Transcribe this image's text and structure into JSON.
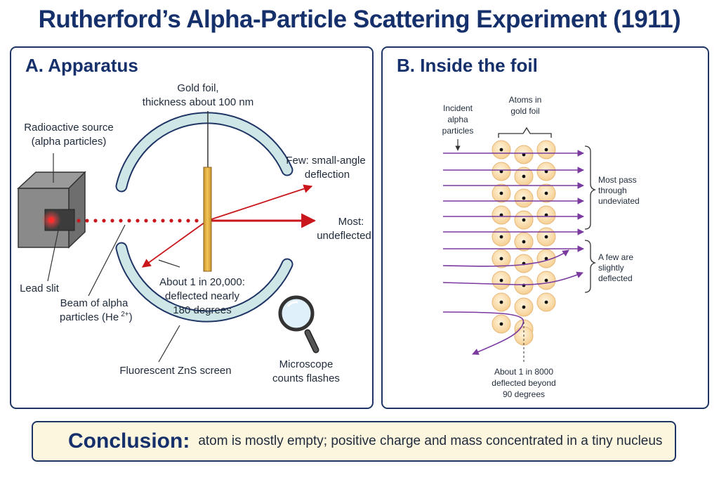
{
  "title": "Rutherford’s Alpha-Particle Scattering Experiment (1911)",
  "panel_a": {
    "heading": "A. Apparatus",
    "labels": {
      "foil_line1": "Gold foil,",
      "foil_line2": "thickness about 100 nm",
      "source_line1": "Radioactive source",
      "source_line2": "(alpha particles)",
      "few_line1": "Few: small-angle",
      "few_line2": "deflection",
      "most_line1": "Most:",
      "most_line2": "undeflected",
      "lead_slit": "Lead slit",
      "beam_line1": "Beam of alpha",
      "beam_line2": "particles (He",
      "beam_charge": "2+",
      "beam_close": ")",
      "back_line1": "About 1 in 20,000:",
      "back_line2": "deflected nearly",
      "back_line3": "180 degrees",
      "screen": "Fluorescent ZnS screen",
      "micro_line1": "Microscope",
      "micro_line2": "counts flashes"
    }
  },
  "panel_b": {
    "heading": "B. Inside the foil",
    "labels": {
      "incident_line1": "Incident",
      "incident_line2": "alpha",
      "incident_line3": "particles",
      "atoms_line1": "Atoms in",
      "atoms_line2": "gold foil",
      "pass_line1": "Most pass",
      "pass_line2": "through",
      "pass_line3": "undeviated",
      "few_line1": "A few are",
      "few_line2": "slightly",
      "few_line3": "deflected",
      "beyond_line1": "About 1 in 8000",
      "beyond_line2": "deflected beyond",
      "beyond_line3": "90 degrees"
    }
  },
  "conclusion": {
    "label": "Conclusion:",
    "text": "atom is mostly empty; positive charge and mass concentrated in a tiny nucleus"
  },
  "colors": {
    "accent": "#15306b",
    "beam": "#c8161c",
    "foil": "#e3b23c",
    "screen": "#cfe6e6",
    "alpha_path": "#7a3aa0",
    "atom": "#fbe1b4"
  }
}
